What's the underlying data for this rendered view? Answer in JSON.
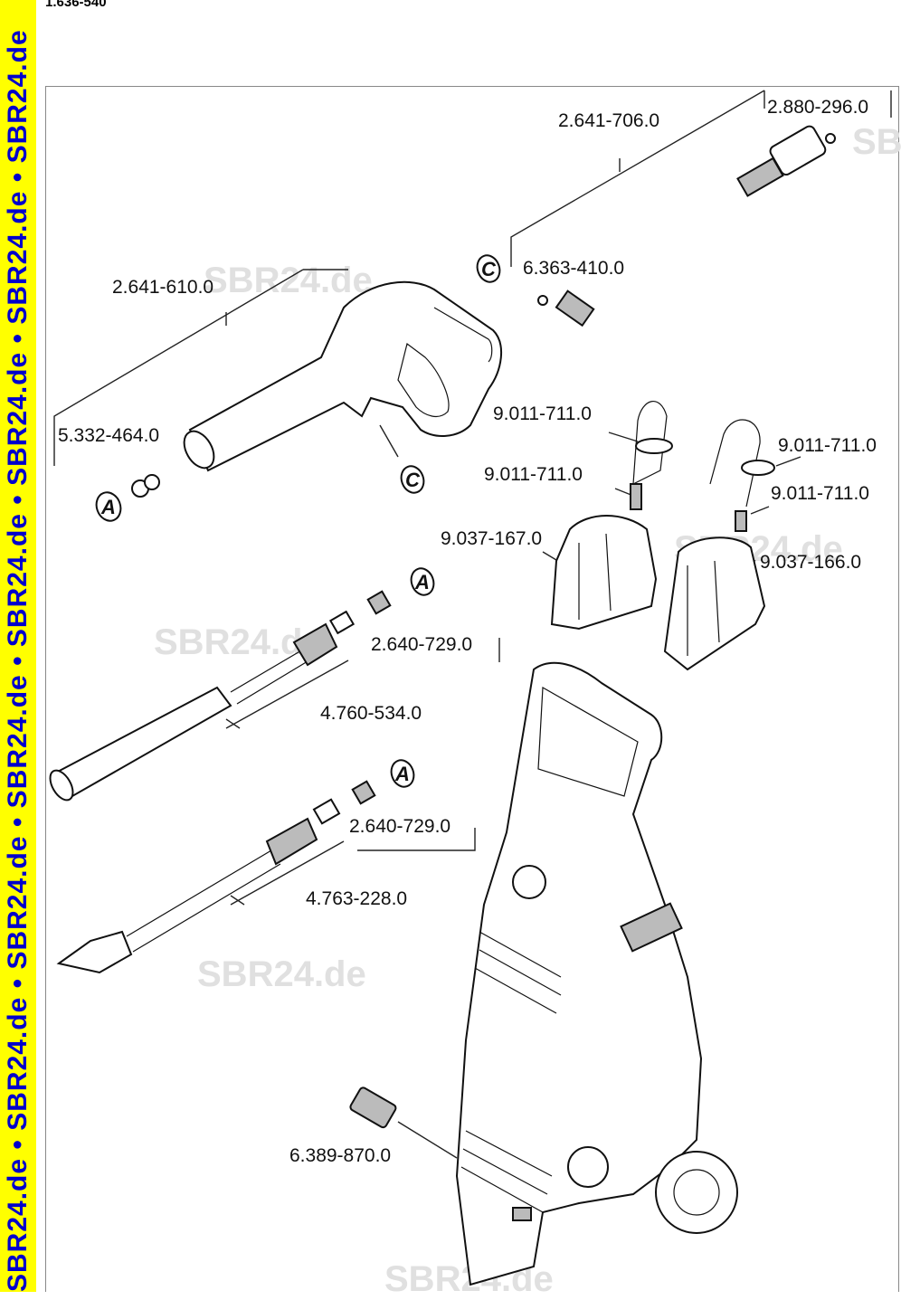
{
  "doc_id": "1.636-540",
  "side_band_text": "SBR24.de • SBR24.de • SBR24.de • SBR24.de • SBR24.de • SBR24.de • SBR24.de • SBR24.de",
  "watermark": "SBR24.de",
  "watermark_partial": "SB",
  "parts": {
    "hose": "2.641-706.0",
    "hose_oring": "2.880-296.0",
    "gun": "2.641-610.0",
    "gun_oring": "6.363-410.0",
    "gun_seal": "5.332-464.0",
    "tube_a_top_left": "9.011-711.0",
    "tube_a_bottom_left": "9.011-711.0",
    "tube_b_top_right": "9.011-711.0",
    "tube_b_bottom_right": "9.011-711.0",
    "tank_left": "9.037-167.0",
    "tank_right": "9.037-166.0",
    "nozzle_1": "2.640-729.0",
    "lance_1": "4.760-534.0",
    "nozzle_2": "2.640-729.0",
    "lance_2": "4.763-228.0",
    "coupling": "6.389-870.0"
  },
  "callouts": {
    "a": "A",
    "c": "C"
  }
}
